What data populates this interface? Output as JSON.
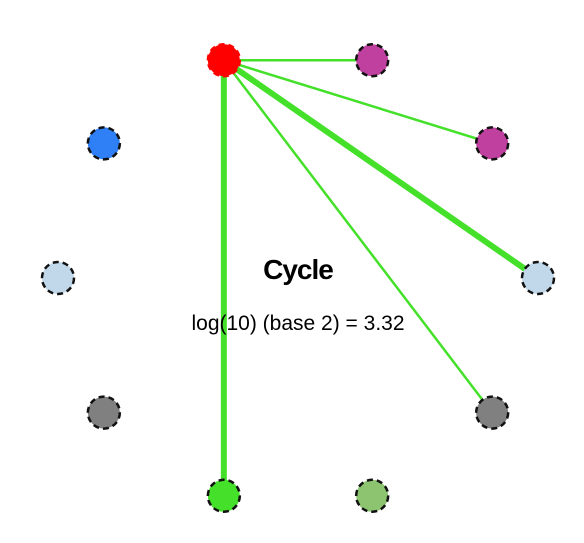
{
  "diagram": {
    "title": "Cycle",
    "formula": "log(10) (base 2) = 3.32",
    "edge_color": "#44e02a",
    "node_stroke": "#111111",
    "nodes": [
      {
        "id": "n0",
        "color": "#ff0000"
      },
      {
        "id": "n1",
        "color": "#c040a0"
      },
      {
        "id": "n2",
        "color": "#c040a0"
      },
      {
        "id": "n3",
        "color": "#c0d8ea"
      },
      {
        "id": "n4",
        "color": "#808080"
      },
      {
        "id": "n5",
        "color": "#8cc470"
      },
      {
        "id": "n6",
        "color": "#44e02a"
      },
      {
        "id": "n7",
        "color": "#808080"
      },
      {
        "id": "n8",
        "color": "#c0d8ea"
      },
      {
        "id": "n9",
        "color": "#2f7ff7"
      }
    ],
    "edges": [
      {
        "from": "n0",
        "to": "n1",
        "weight": "thin"
      },
      {
        "from": "n0",
        "to": "n2",
        "weight": "thin"
      },
      {
        "from": "n0",
        "to": "n3",
        "weight": "thick"
      },
      {
        "from": "n0",
        "to": "n4",
        "weight": "thin"
      },
      {
        "from": "n0",
        "to": "n6",
        "weight": "thick"
      }
    ]
  }
}
